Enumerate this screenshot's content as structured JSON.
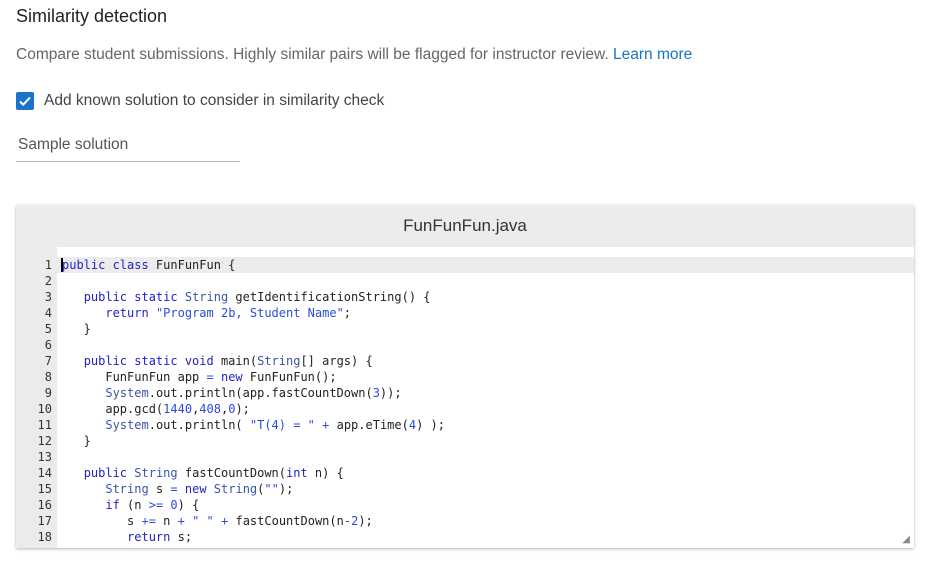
{
  "section": {
    "title": "Similarity detection",
    "description": "Compare student submissions. Highly similar pairs will be flagged for instructor review.",
    "learn_more": "Learn more"
  },
  "checkbox": {
    "label": "Add known solution to consider in similarity check",
    "checked": true
  },
  "sample_field": {
    "value": "Sample solution"
  },
  "editor": {
    "filename": "FunFunFun.java",
    "lines": [
      [
        [
          "k",
          "public class"
        ],
        [
          "p",
          " FunFunFun {"
        ]
      ],
      [],
      [
        [
          "p",
          "   "
        ],
        [
          "k",
          "public static"
        ],
        [
          "p",
          " "
        ],
        [
          "t",
          "String"
        ],
        [
          "p",
          " getIdentificationString() {"
        ]
      ],
      [
        [
          "p",
          "      "
        ],
        [
          "k",
          "return"
        ],
        [
          "p",
          " "
        ],
        [
          "s",
          "\"Program 2b, Student Name\""
        ],
        [
          "p",
          ";"
        ]
      ],
      [
        [
          "p",
          "   }"
        ]
      ],
      [],
      [
        [
          "p",
          "   "
        ],
        [
          "k",
          "public static void"
        ],
        [
          "p",
          " main("
        ],
        [
          "t",
          "String"
        ],
        [
          "p",
          "[] args) {"
        ]
      ],
      [
        [
          "p",
          "      FunFunFun app "
        ],
        [
          "o",
          "="
        ],
        [
          "p",
          " "
        ],
        [
          "k",
          "new"
        ],
        [
          "p",
          " FunFunFun();"
        ]
      ],
      [
        [
          "p",
          "      "
        ],
        [
          "t",
          "System"
        ],
        [
          "p",
          ".out.println(app.fastCountDown("
        ],
        [
          "n",
          "3"
        ],
        [
          "p",
          "));"
        ]
      ],
      [
        [
          "p",
          "      app.gcd("
        ],
        [
          "n",
          "1440"
        ],
        [
          "p",
          ","
        ],
        [
          "n",
          "408"
        ],
        [
          "p",
          ","
        ],
        [
          "n",
          "0"
        ],
        [
          "p",
          ");"
        ]
      ],
      [
        [
          "p",
          "      "
        ],
        [
          "t",
          "System"
        ],
        [
          "p",
          ".out.println( "
        ],
        [
          "s",
          "\"T(4) = \""
        ],
        [
          "p",
          " "
        ],
        [
          "o",
          "+"
        ],
        [
          "p",
          " app.eTime("
        ],
        [
          "n",
          "4"
        ],
        [
          "p",
          ") );"
        ]
      ],
      [
        [
          "p",
          "   }"
        ]
      ],
      [],
      [
        [
          "p",
          "   "
        ],
        [
          "k",
          "public"
        ],
        [
          "p",
          " "
        ],
        [
          "t",
          "String"
        ],
        [
          "p",
          " fastCountDown("
        ],
        [
          "k",
          "int"
        ],
        [
          "p",
          " n) {"
        ]
      ],
      [
        [
          "p",
          "      "
        ],
        [
          "t",
          "String"
        ],
        [
          "p",
          " s "
        ],
        [
          "o",
          "="
        ],
        [
          "p",
          " "
        ],
        [
          "k",
          "new"
        ],
        [
          "p",
          " "
        ],
        [
          "t",
          "String"
        ],
        [
          "p",
          "("
        ],
        [
          "s",
          "\"\""
        ],
        [
          "p",
          ");"
        ]
      ],
      [
        [
          "p",
          "      "
        ],
        [
          "k",
          "if"
        ],
        [
          "p",
          " (n "
        ],
        [
          "o",
          ">="
        ],
        [
          "p",
          " "
        ],
        [
          "n",
          "0"
        ],
        [
          "p",
          ") {"
        ]
      ],
      [
        [
          "p",
          "         s "
        ],
        [
          "o",
          "+="
        ],
        [
          "p",
          " n "
        ],
        [
          "o",
          "+"
        ],
        [
          "p",
          " "
        ],
        [
          "s",
          "\" \""
        ],
        [
          "p",
          " "
        ],
        [
          "o",
          "+"
        ],
        [
          "p",
          " fastCountDown(n"
        ],
        [
          "o",
          "-"
        ],
        [
          "n",
          "2"
        ],
        [
          "p",
          ");"
        ]
      ],
      [
        [
          "p",
          "         "
        ],
        [
          "k",
          "return"
        ],
        [
          "p",
          " s;"
        ]
      ]
    ]
  }
}
